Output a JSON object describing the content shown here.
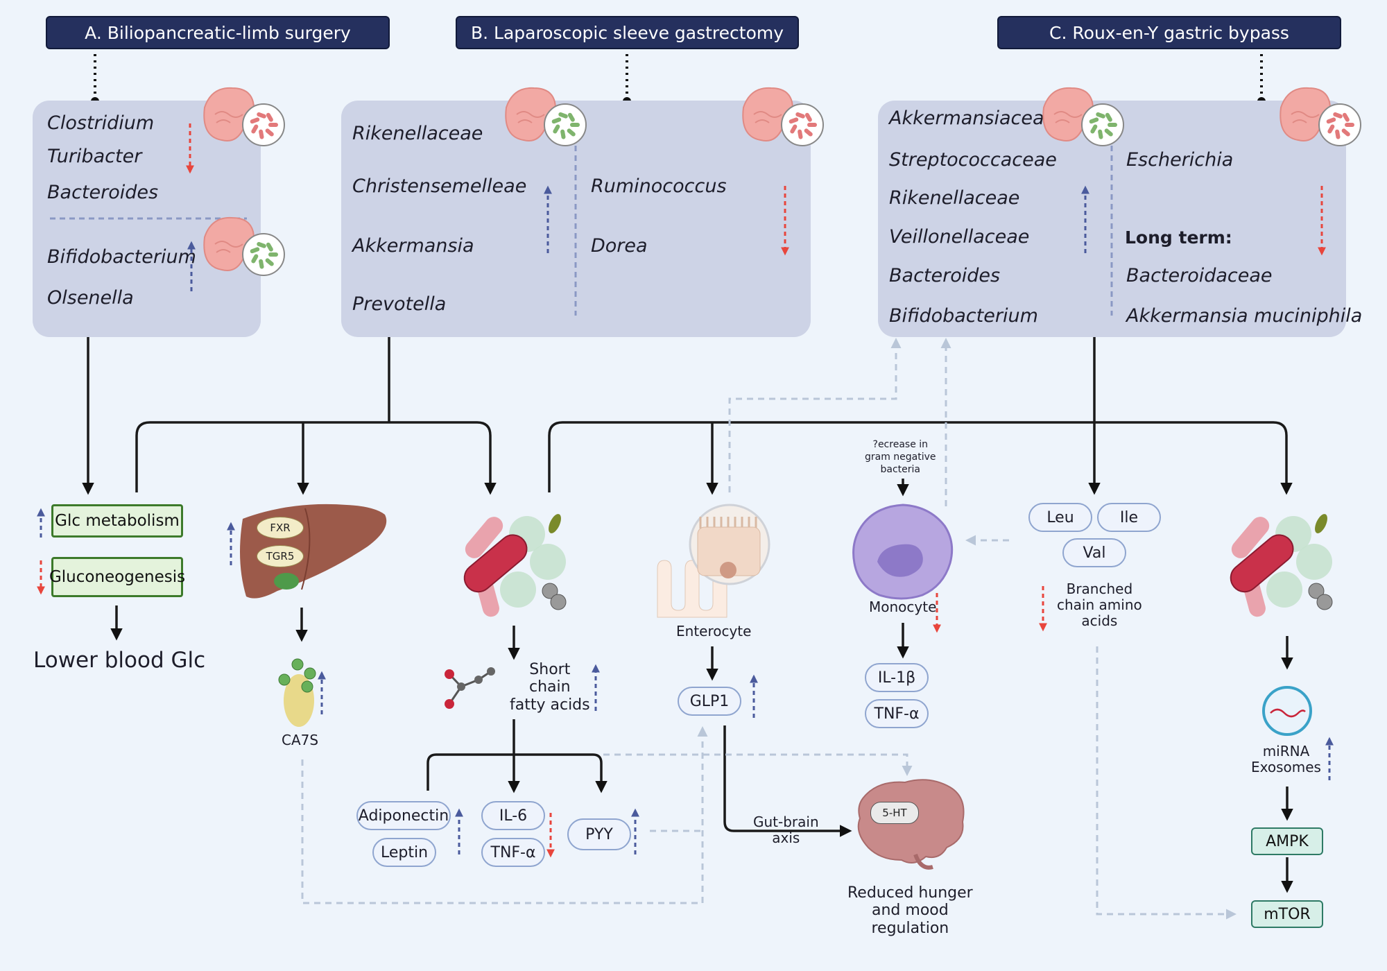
{
  "headers": {
    "a": "A. Biliopancreatic-limb surgery",
    "b": "B. Laparoscopic sleeve gastrectomy",
    "c": "C. Roux-en-Y gastric bypass"
  },
  "panel_a": {
    "down_taxa": [
      "Clostridium",
      "Turibacter",
      "Bacteroides"
    ],
    "up_taxa": [
      "Bifidobacterium",
      "Olsenella"
    ]
  },
  "panel_b": {
    "up_taxa": [
      "Rikenellaceae",
      "Christensemelleae",
      "Akkermansia",
      "Prevotella"
    ],
    "down_taxa": [
      "Ruminococcus",
      "Dorea"
    ]
  },
  "panel_c": {
    "up_taxa": [
      "Akkermansiaceae",
      "Streptococcaceae",
      "Rikenellaceae",
      "Veillonellaceae",
      "Bacteroides",
      "Bifidobacterium"
    ],
    "down_taxa": [
      "Escherichia"
    ],
    "long_term_label": "Long term:",
    "long_term_taxa": [
      "Bacteroidaceae",
      "Akkermansia muciniphila"
    ]
  },
  "glucose": {
    "metabolism": "Glc metabolism",
    "gluconeogenesis": "Gluconeogenesis",
    "outcome": "Lower blood Glc"
  },
  "liver": {
    "receptors": [
      "FXR",
      "TGR5"
    ],
    "bile_acid": "CA7S"
  },
  "scfa": {
    "label": "Short\nchain\nfatty acids",
    "hormones": [
      "Adiponectin",
      "Leptin",
      "IL-6",
      "TNF-α",
      "PYY"
    ]
  },
  "enterocyte": {
    "label": "Enterocyte",
    "hormone": "GLP1",
    "axis": "Gut-brain\naxis",
    "outcome": "Reduced hunger\nand mood\nregulation",
    "brain_marker": "5-HT"
  },
  "monocyte": {
    "note": "?ecrease in\ngram negative\nbacteria",
    "label": "Monocyte",
    "cytokines": [
      "IL-1β",
      "TNF-α"
    ]
  },
  "bcaa": {
    "aminos": [
      "Leu",
      "Ile",
      "Val"
    ],
    "label": "Branched\nchain amino\nacids"
  },
  "mirna": {
    "label": "miRNA\nExosomes",
    "ampk": "AMPK",
    "mtor": "mTOR"
  },
  "colors": {
    "up_arrow": "#4a5a9c",
    "down_arrow": "#e8453c",
    "header_bg": "#25305e",
    "panel_bg": "#cdd3e6",
    "background": "#eef4fb"
  }
}
